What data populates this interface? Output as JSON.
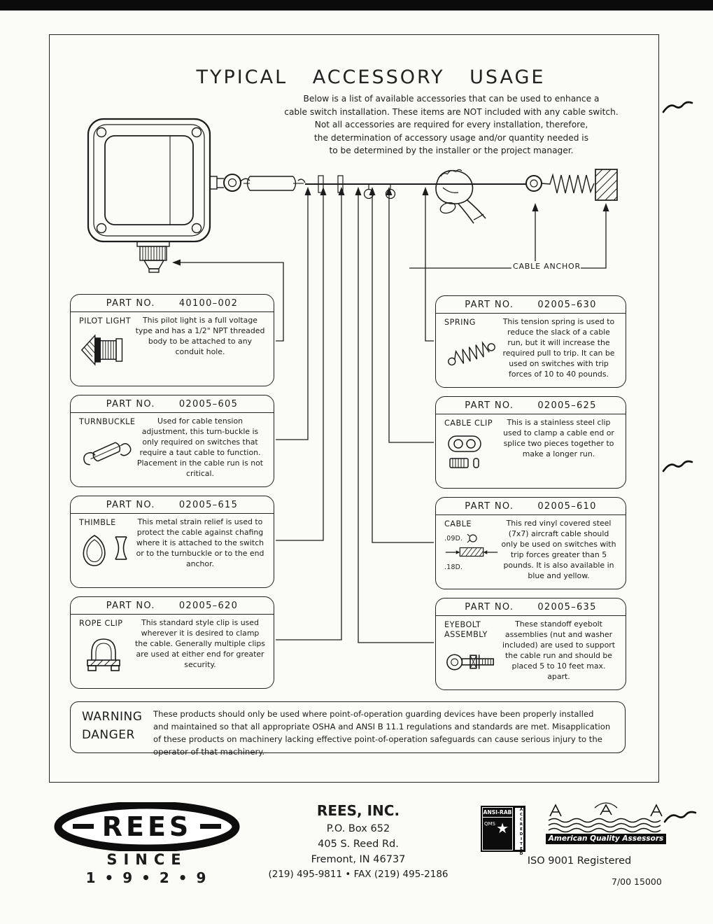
{
  "title": "TYPICAL ACCESSORY USAGE",
  "intro_lines": [
    "Below is a list of available accessories that can be used to enhance a",
    "cable switch installation.  These items are NOT included with any cable switch.",
    "Not all accessories are required for every installation, therefore,",
    "the determination of accessory usage and/or quantity needed is",
    "to be determined by the installer or the project manager."
  ],
  "diagram": {
    "cable_anchor_label": "CABLE ANCHOR"
  },
  "parts": [
    {
      "part_no_label": "PART NO.",
      "part_no": "40100–002",
      "name": "PILOT LIGHT",
      "description": "This pilot light is a full voltage type and has a 1/2\" NPT threaded body to be attached to any conduit hole."
    },
    {
      "part_no_label": "PART NO.",
      "part_no": "02005–605",
      "name": "TURNBUCKLE",
      "description": "Used for cable tension adjustment, this turn-buckle is only required on switches that require a taut cable to function. Placement in the cable run is not critical."
    },
    {
      "part_no_label": "PART NO.",
      "part_no": "02005–615",
      "name": "THIMBLE",
      "description": "This metal strain relief is used to protect the cable against chafing where it is attached to the switch or to the turnbuckle or to the end anchor."
    },
    {
      "part_no_label": "PART NO.",
      "part_no": "02005–620",
      "name": "ROPE CLIP",
      "description": "This standard style clip is used wherever it is desired to clamp the cable. Generally multiple clips are used at either end for greater security."
    },
    {
      "part_no_label": "PART NO.",
      "part_no": "02005–630",
      "name": "SPRING",
      "description": "This tension spring is used to reduce the slack of a cable run, but it will increase the required pull to trip. It can be used on switches with trip forces of 10 to 40 pounds."
    },
    {
      "part_no_label": "PART NO.",
      "part_no": "02005–625",
      "name": "CABLE CLIP",
      "description": "This is a stainless steel clip used to clamp a cable end or splice two pieces together to make a longer run."
    },
    {
      "part_no_label": "PART NO.",
      "part_no": "02005–610",
      "name": "CABLE",
      "description": "This red vinyl covered steel (7x7) aircraft cable should only be used on switches with trip forces greater than 5 pounds. It is also available in blue and yellow.",
      "dims": [
        ".09D.",
        ".18D."
      ]
    },
    {
      "part_no_label": "PART NO.",
      "part_no": "02005–635",
      "name": "EYEBOLT ASSEMBLY",
      "description": "These standoff eyebolt assemblies (nut and washer included) are used to support the cable run and should be placed 5 to 10 feet max. apart."
    }
  ],
  "warning": {
    "label_lines": [
      "WARNING",
      "DANGER"
    ],
    "text": "These products should only be used where point-of-operation guarding devices have been properly installed and maintained so that all appropriate OSHA and ANSI B 11.1 regulations and standards are met.  Misapplication of these products on machinery lacking effective point-of-operation safeguards can cause serious injury to the operator of that machinery."
  },
  "footer": {
    "logo_text": "REES",
    "since_label": "SINCE",
    "since_year": "1 • 9 • 2 • 9",
    "company_name": "REES, INC.",
    "address_lines": [
      "P.O. Box 652",
      "405 S. Reed Rd.",
      "Fremont, IN 46737"
    ],
    "phone_line": "(219) 495-9811 • FAX (219) 495-2186",
    "ansi_badge": {
      "name": "ANSI-RAB",
      "qms": "QMS",
      "strip": "ACCREDITED"
    },
    "aqa_label": "American Quality Assessors",
    "iso_text": "ISO 9001 Registered",
    "doc_code": "7/00 15000"
  }
}
